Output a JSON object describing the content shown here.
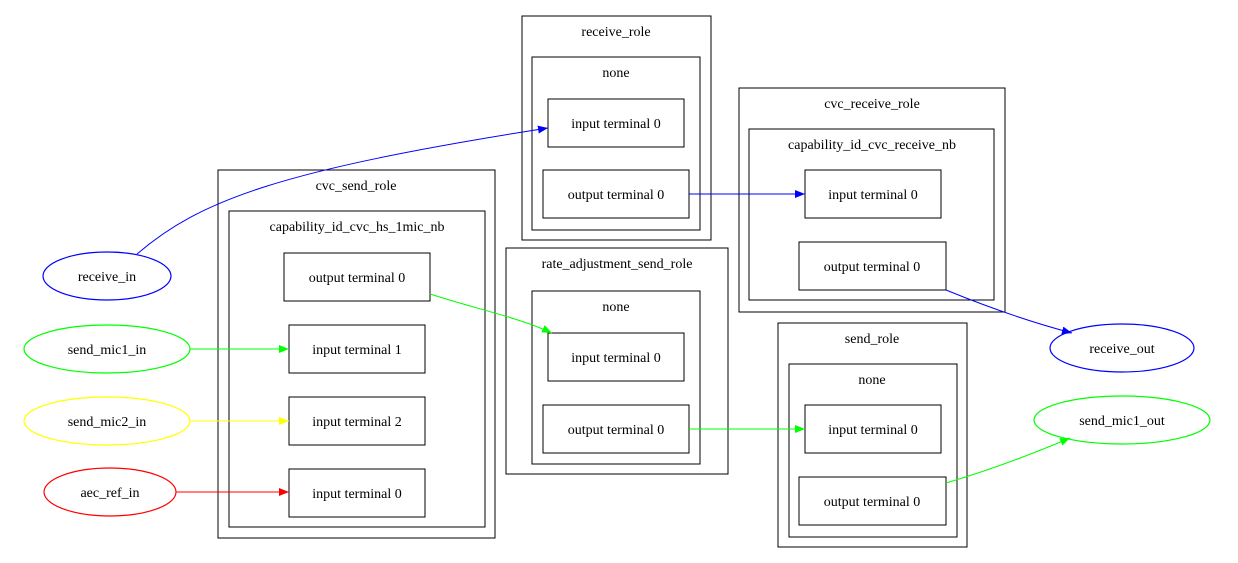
{
  "clusters": {
    "cvc_send": {
      "role": "cvc_send_role",
      "capability": "capability_id_cvc_hs_1mic_nb"
    },
    "receive": {
      "role": "receive_role",
      "capability": "none"
    },
    "rate_adj": {
      "role": "rate_adjustment_send_role",
      "capability": "none"
    },
    "cvc_receive": {
      "role": "cvc_receive_role",
      "capability": "capability_id_cvc_receive_nb"
    },
    "send": {
      "role": "send_role",
      "capability": "none"
    }
  },
  "terminals": {
    "cvc_send_out0": "output terminal 0",
    "cvc_send_in1": "input terminal 1",
    "cvc_send_in2": "input terminal 2",
    "cvc_send_in0": "input terminal 0",
    "receive_in0": "input terminal 0",
    "receive_out0": "output terminal 0",
    "rate_adj_in0": "input terminal 0",
    "rate_adj_out0": "output terminal 0",
    "cvc_receive_in0": "input terminal 0",
    "cvc_receive_out0": "output terminal 0",
    "send_in0": "input terminal 0",
    "send_out0": "output terminal 0"
  },
  "endpoints": {
    "receive_in": "receive_in",
    "send_mic1_in": "send_mic1_in",
    "send_mic2_in": "send_mic2_in",
    "aec_ref_in": "aec_ref_in",
    "receive_out": "receive_out",
    "send_mic1_out": "send_mic1_out"
  },
  "colors": {
    "blue": "#0000ff",
    "green": "#00ff00",
    "yellow": "#ffff00",
    "red": "#ff0000"
  }
}
